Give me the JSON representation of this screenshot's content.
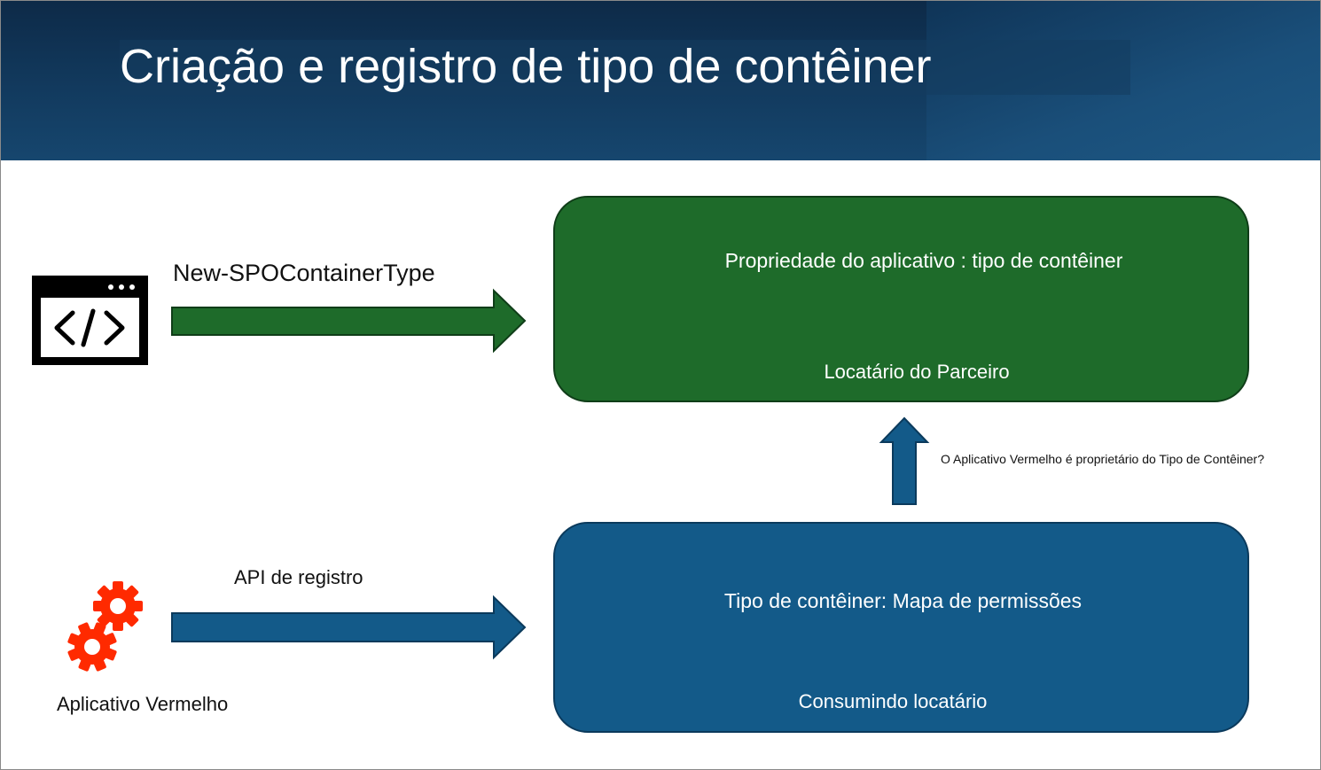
{
  "slide": {
    "title": "Criação e registro de tipo de contêiner"
  },
  "diagram": {
    "top_arrow_label": "New-SPOContainerType",
    "bottom_arrow_label": "API de registro",
    "app_label": "Aplicativo Vermelho",
    "question_label": "O Aplicativo Vermelho é proprietário do Tipo de Contêiner?",
    "green_box": {
      "title": "Propriedade do aplicativo : tipo de contêiner",
      "subtitle": "Locatário do Parceiro"
    },
    "blue_box": {
      "title": "Tipo de contêiner: Mapa de permissões",
      "subtitle": "Consumindo locatário"
    },
    "icons": [
      "code-window-icon",
      "gears-icon"
    ]
  },
  "colors": {
    "header_bg": "#123a5e",
    "green": "#1e6b2a",
    "green_dark": "#0f3d18",
    "blue": "#135a89",
    "blue_dark": "#0b3a5c",
    "gear_red": "#ff2a00"
  }
}
